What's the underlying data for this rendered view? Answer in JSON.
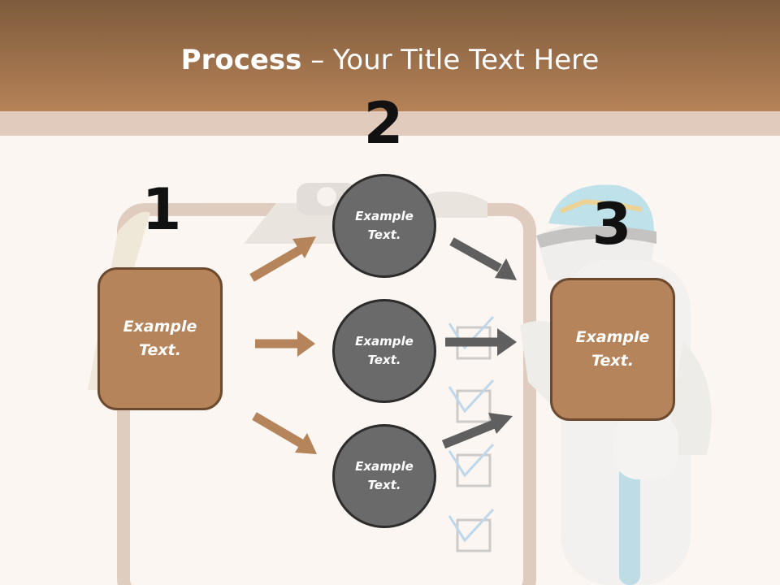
{
  "header": {
    "title_bold": "Process",
    "title_sep": " – ",
    "title_rest": "Your Title Text Here"
  },
  "colors": {
    "header_top": "#7d5b3c",
    "header_bottom": "#b68257",
    "box_fill": "#b5845a",
    "circle_fill": "#6a6a6a",
    "arrow_brown": "#b5845a",
    "arrow_gray": "#5f5f5f"
  },
  "steps": {
    "step1": {
      "number": "1",
      "label": "Example\nText."
    },
    "step2": {
      "number": "2",
      "items": [
        {
          "label": "Example\nText."
        },
        {
          "label": "Example\nText."
        },
        {
          "label": "Example\nText."
        }
      ]
    },
    "step3": {
      "number": "3",
      "label": "Example\nText."
    }
  },
  "icons": [
    "clipboard-icon",
    "checkbox-icon",
    "worker-figure-icon",
    "hard-hat-icon"
  ]
}
